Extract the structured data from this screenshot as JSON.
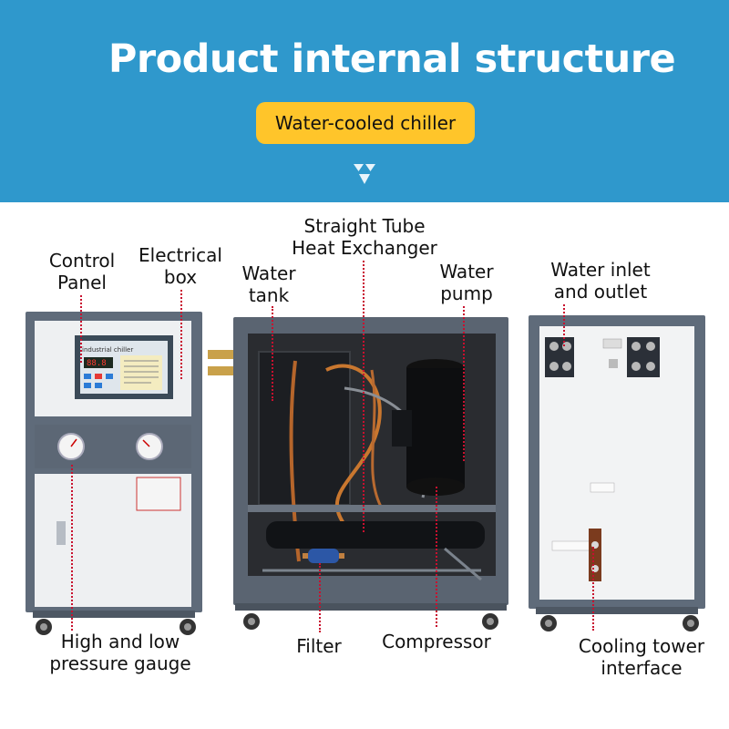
{
  "header": {
    "title": "Product internal structure",
    "subtitle": "Water-cooled chiller"
  },
  "labels": {
    "control_panel": "Control\nPanel",
    "electrical_box": "Electrical\nbox",
    "water_tank": "Water\ntank",
    "heat_exchanger": "Straight Tube\nHeat Exchanger",
    "water_pump": "Water\npump",
    "water_inlet_outlet": "Water inlet\nand outlet",
    "pressure_gauge": "High and low\npressure gauge",
    "filter": "Filter",
    "compressor": "Compressor",
    "cooling_tower": "Cooling tower\ninterface"
  },
  "panel": {
    "brand": "industrial chiller",
    "display": "88.8"
  },
  "colors": {
    "header_bg": "#2f98cc",
    "pill_bg": "#ffc52a",
    "leader_line": "#c8102e",
    "frame": "#5f6b7a",
    "panel_white": "#eef0f2"
  }
}
